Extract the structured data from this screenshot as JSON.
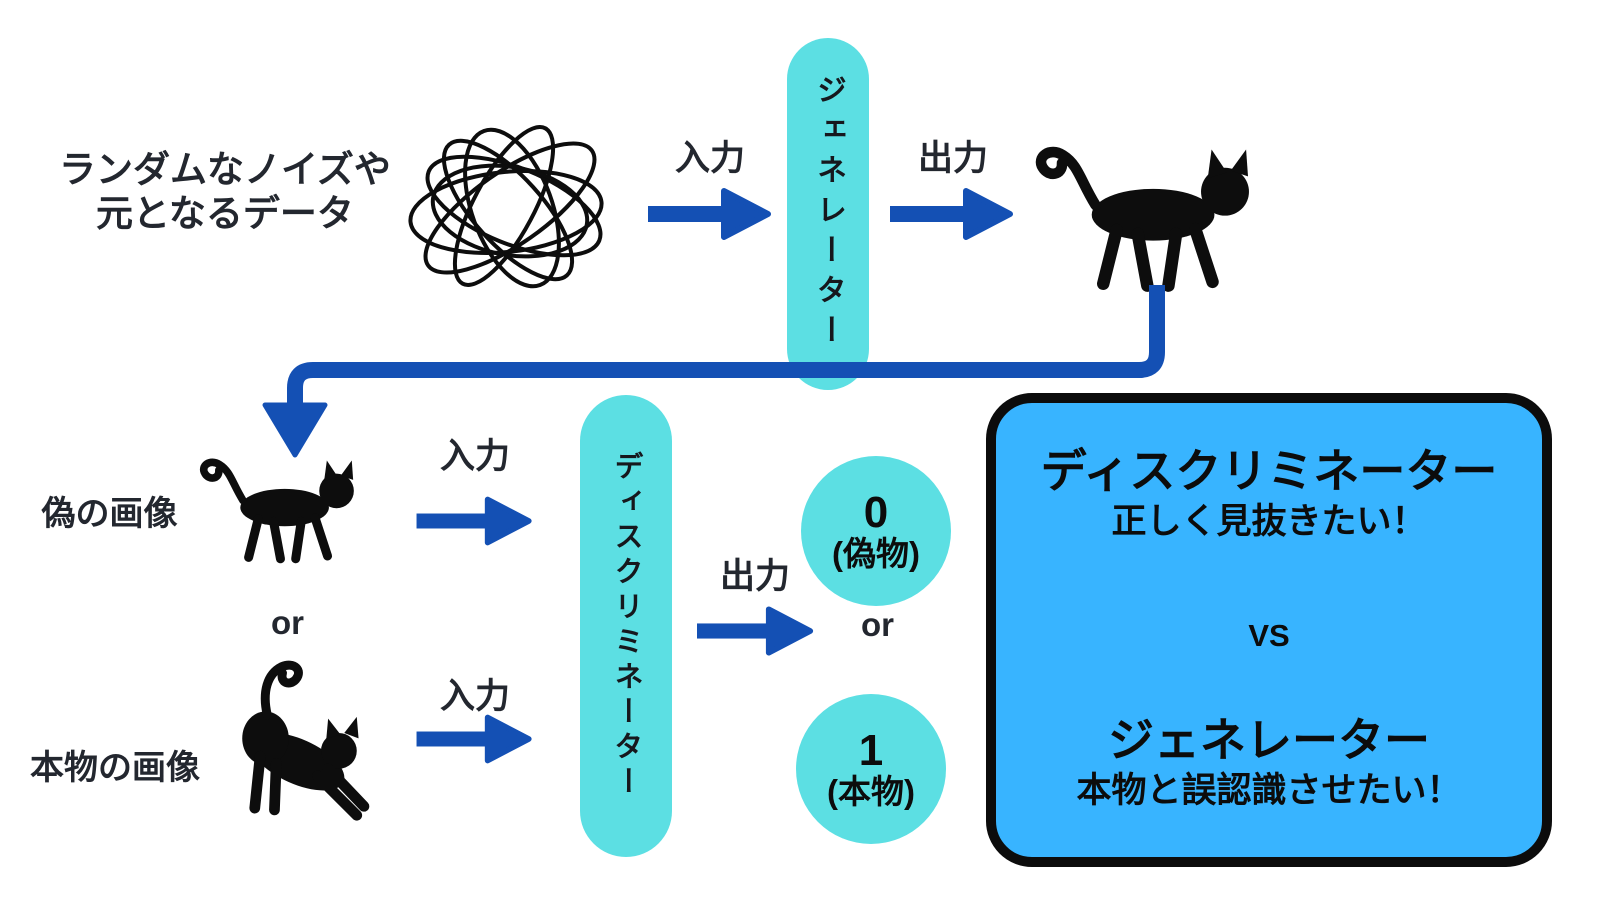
{
  "palette": {
    "pill_cyan": "#5CDFE3",
    "arrow_blue": "#1450B4",
    "panel_blue": "#38B4FF",
    "text_ink": "#23272F",
    "black": "#0C0C0C"
  },
  "icons": {
    "noise": "noise-scribble-icon",
    "generated_image": "walking-cat-icon",
    "fake_image": "walking-cat-icon",
    "real_image": "stretching-cat-icon",
    "flow": "arrow-icon"
  },
  "noise": {
    "line1": "ランダムなノイズや",
    "line2": "元となるデータ"
  },
  "generator": {
    "input_label": "入力",
    "label": "ジェネレーター",
    "output_label": "出力"
  },
  "fake_row": {
    "label": "偽の画像",
    "input_label": "入力"
  },
  "or_left": "or",
  "real_row": {
    "label": "本物の画像",
    "input_label": "入力"
  },
  "discriminator": {
    "label": "ディスクリミネーター",
    "output_label": "出力"
  },
  "result": {
    "fake": {
      "value": "0",
      "caption": "(偽物)"
    },
    "or": "or",
    "real": {
      "value": "1",
      "caption": "(本物)"
    }
  },
  "vs_box": {
    "discriminator_title": "ディスクリミネーター",
    "discriminator_goal": "正しく見抜きたい！",
    "vs": "VS",
    "generator_title": "ジェネレーター",
    "generator_goal": "本物と誤認識させたい！"
  }
}
